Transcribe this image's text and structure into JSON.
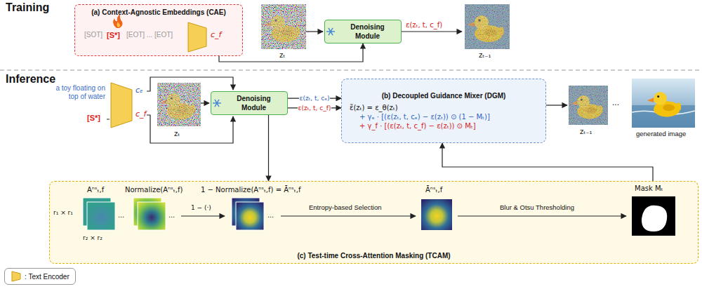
{
  "diagram": {
    "nodes": [
      {
        "text": [
          "(a) Context-Agnostic Embeddings (CAE)"
        ]
      },
      {
        "text": [
          "Denoising Module"
        ]
      },
      {
        "text": [
          "Denoising Module"
        ]
      },
      {
        "text": [
          "(b) Decoupled Guidance Mixer (DGM)",
          "ε̃(zₜ) = ε_θ(zₜ)",
          "+ γₑ · [(ε(zₜ, t, cₑ) − ε(zₜ)) ⊙ (1 − Mₜ)]",
          "+ γ_f · [(ε(zₜ, t, c_f) − ε(zₜ)) ⊙ Mₜ]"
        ]
      },
      {
        "text": [
          "(c) Test-time Cross-Attention Masking (TCAM)"
        ]
      }
    ],
    "edges": [
      {
        "from": 0,
        "to": 1,
        "arrow": "to"
      },
      {
        "from": 2,
        "to": 3,
        "label": "ε(zₜ, t, cₑ)",
        "arrow": "to"
      },
      {
        "from": 2,
        "to": 3,
        "label": "ε(zₜ, t, c_f)",
        "arrow": "to"
      },
      {
        "from": 2,
        "to": 4,
        "arrow": "to"
      },
      {
        "from": 4,
        "to": 3,
        "arrow": "to"
      }
    ],
    "labels": [
      "Training",
      "[SOT]",
      "[S*]",
      "[EOT] ... [EOT]",
      "c_f",
      "zₜ",
      "ε(zₜ, t, c_f)",
      "zₜ₋₁",
      "Inference",
      "a toy floating on top of water",
      "[S*]",
      "cₑ",
      "c_f",
      "zₜ",
      "zₜ₋₁",
      "...",
      "generated image",
      "Aⁿˢₜ,f",
      "r₁ × r₁",
      "r₂ × r₂",
      "...",
      "Normalize(Aⁿˢₜ,f)",
      "...",
      "1 − (·)",
      "1 − Normalize(Aⁿˢₜ,f) = Āⁿˢₜ,f",
      "...",
      "Entropy-based Selection",
      "Āⁿˢₜ,f",
      "Blur & Otsu Thresholding",
      "Mask Mₜ"
    ],
    "legend": [
      {
        "text": ": Text Encoder"
      }
    ]
  }
}
